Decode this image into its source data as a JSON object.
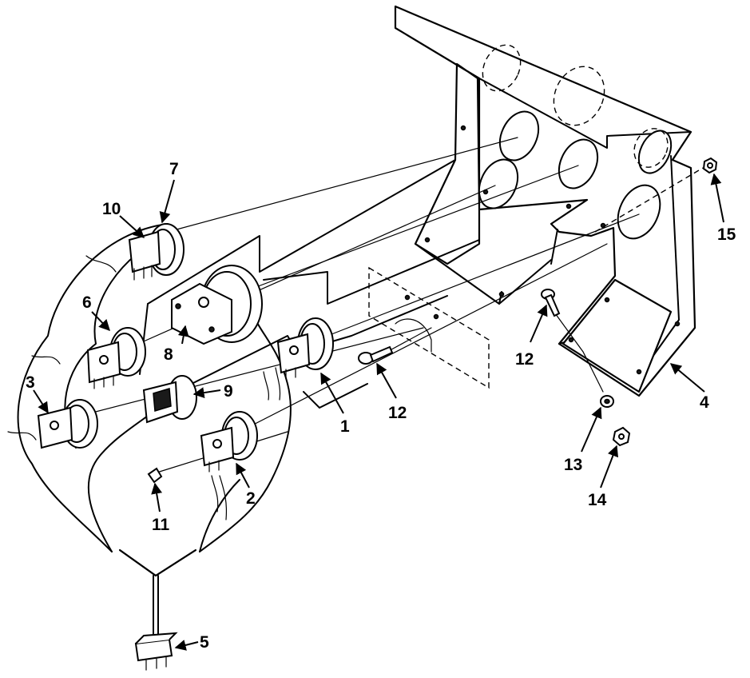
{
  "callouts": [
    {
      "id": "c1",
      "label": "1"
    },
    {
      "id": "c2",
      "label": "2"
    },
    {
      "id": "c3",
      "label": "3"
    },
    {
      "id": "c4",
      "label": "4"
    },
    {
      "id": "c5",
      "label": "5"
    },
    {
      "id": "c6",
      "label": "6"
    },
    {
      "id": "c7",
      "label": "7"
    },
    {
      "id": "c8",
      "label": "8"
    },
    {
      "id": "c9",
      "label": "9"
    },
    {
      "id": "c10",
      "label": "10"
    },
    {
      "id": "c11",
      "label": "11"
    },
    {
      "id": "c12a",
      "label": "12"
    },
    {
      "id": "c12b",
      "label": "12"
    },
    {
      "id": "c13",
      "label": "13"
    },
    {
      "id": "c14",
      "label": "14"
    },
    {
      "id": "c15",
      "label": "15"
    }
  ]
}
